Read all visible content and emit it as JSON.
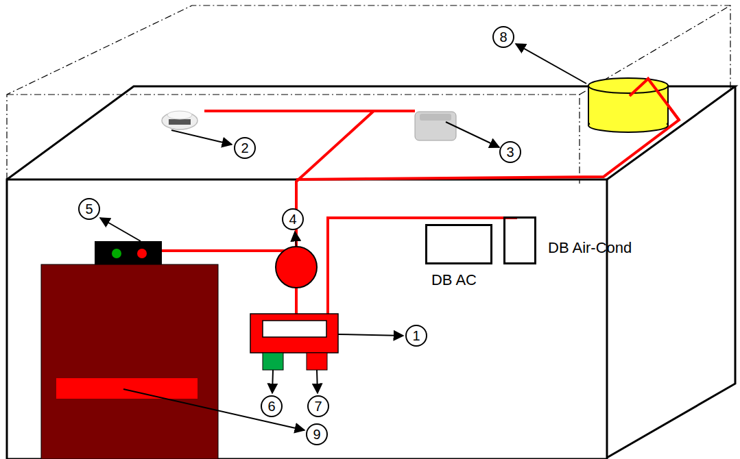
{
  "diagram": {
    "nodes": [
      {
        "text": [
          "DB AC"
        ]
      },
      {
        "text": [
          "DB Air-Cond"
        ]
      }
    ],
    "labels": [
      "1",
      "2",
      "3",
      "4",
      "5",
      "6",
      "7",
      "8",
      "9"
    ]
  }
}
